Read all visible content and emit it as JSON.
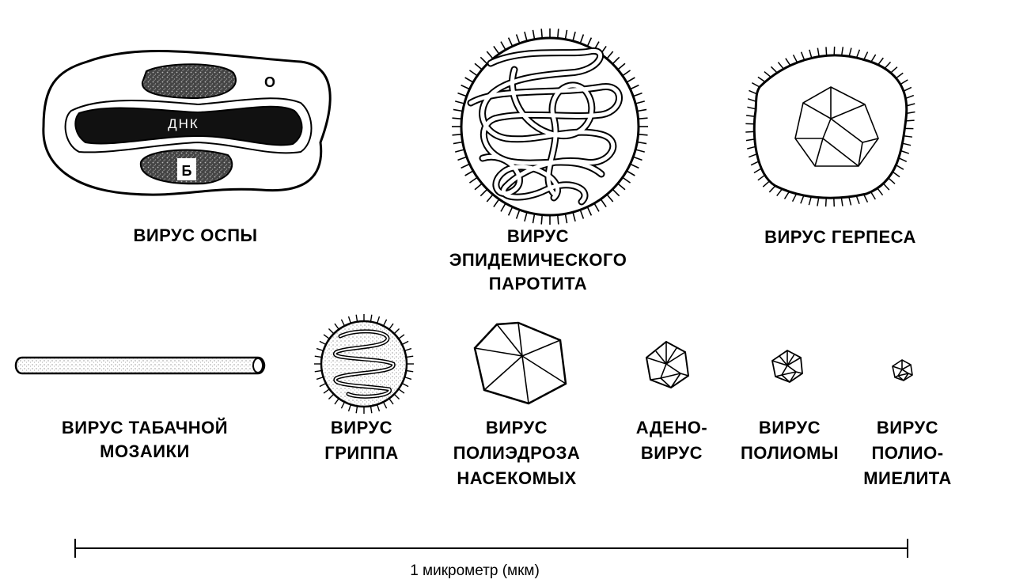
{
  "colors": {
    "ink": "#000000",
    "paper": "#ffffff"
  },
  "viruses": {
    "smallpox": {
      "label": "ВИРУС ОСПЫ",
      "marker_o": "О",
      "marker_b": "Б",
      "dna": "ДНК"
    },
    "mumps": {
      "label_lines": [
        "ВИРУС",
        "ЭПИДЕМИЧЕСКОГО",
        "ПАРОТИТА"
      ]
    },
    "herpes": {
      "label": "ВИРУС ГЕРПЕСА"
    },
    "tmv": {
      "label_lines": [
        "ВИРУС ТАБАЧНОЙ",
        "МОЗАИКИ"
      ]
    },
    "influenza": {
      "label_lines": [
        "ВИРУС",
        "ГРИППА"
      ]
    },
    "polyhedrosis": {
      "label_lines": [
        "ВИРУС",
        "ПОЛИЭДРОЗА",
        "НАСЕКОМЫХ"
      ]
    },
    "adenovirus": {
      "label_lines": [
        "АДЕНО-",
        "ВИРУС"
      ]
    },
    "polyoma": {
      "label_lines": [
        "ВИРУС",
        "ПОЛИОМЫ"
      ]
    },
    "polio": {
      "label_lines": [
        "ВИРУС",
        "ПОЛИО-",
        "МИЕЛИТА"
      ]
    }
  },
  "scale_bar": {
    "label": "1 микрометр (мкм)"
  }
}
